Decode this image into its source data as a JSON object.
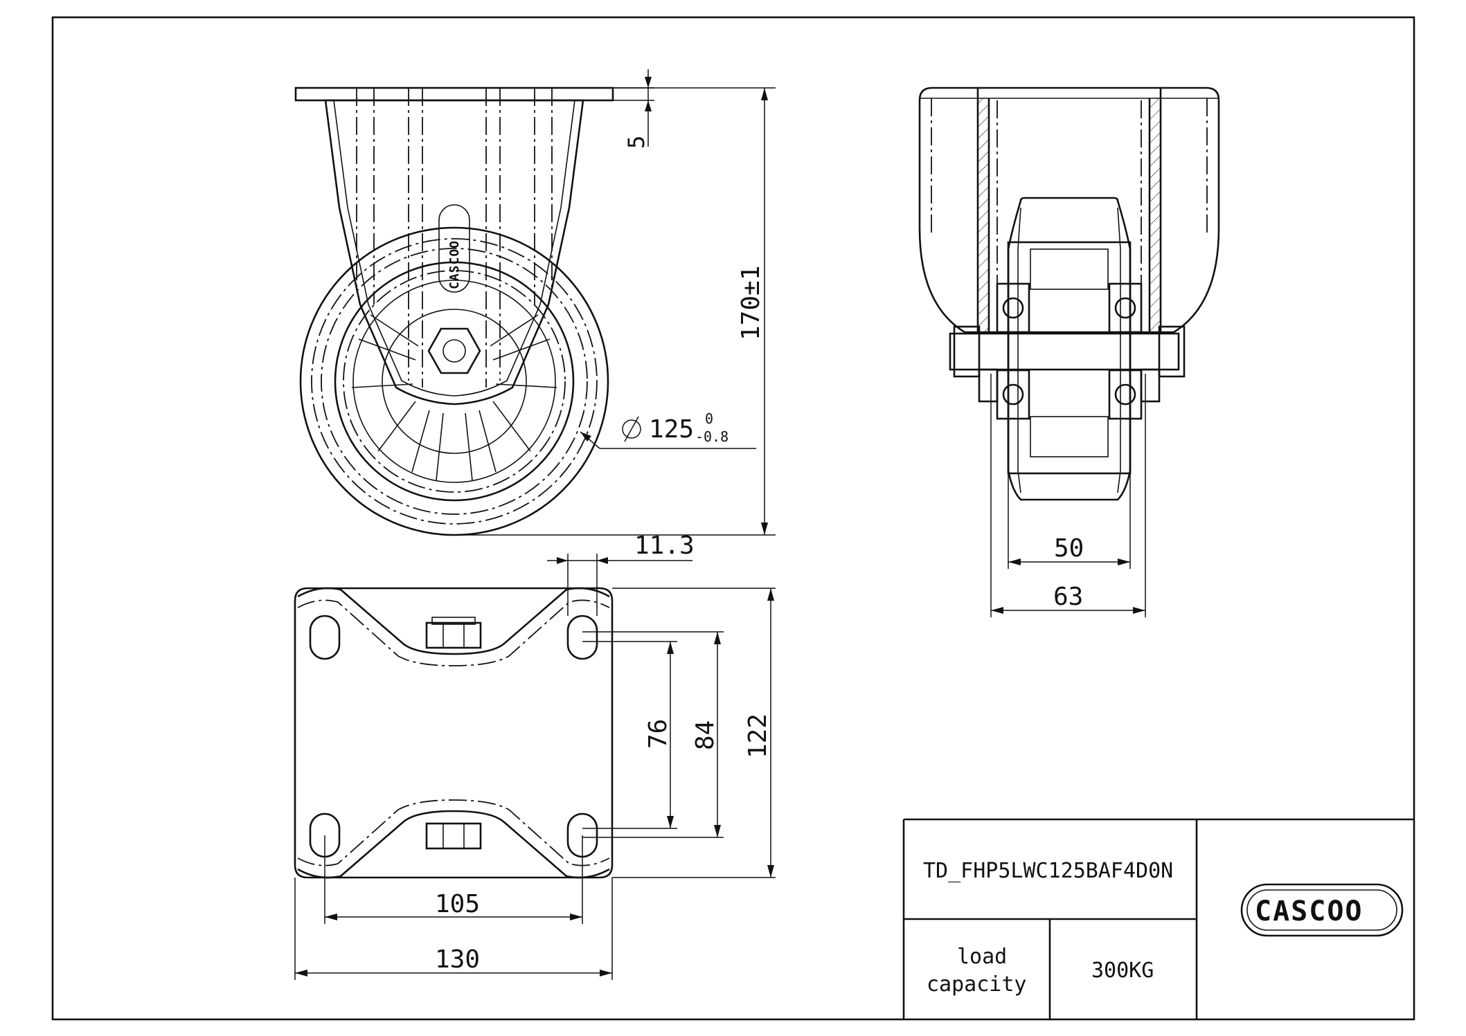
{
  "dimensions": {
    "plate_thickness": "5",
    "overall_height": "170±1",
    "wheel_diameter": "125",
    "wheel_tol_upper": "0",
    "wheel_tol_lower": "-0.8",
    "hole_offset": "11.3",
    "wheel_width": "50",
    "fork_width": "63",
    "hole_spacing_short": "76",
    "hole_spacing_long": "84",
    "plate_length": "122",
    "hole_spacing_width": "105",
    "plate_width": "130"
  },
  "title_block": {
    "part_number": "TD_FHP5LWC125BAF4D0N",
    "load_label_line1": "load",
    "load_label_line2": "capacity",
    "load_value": "300KG",
    "logo_text": "CASCOO"
  },
  "plate_logo_text": "CASCOO"
}
